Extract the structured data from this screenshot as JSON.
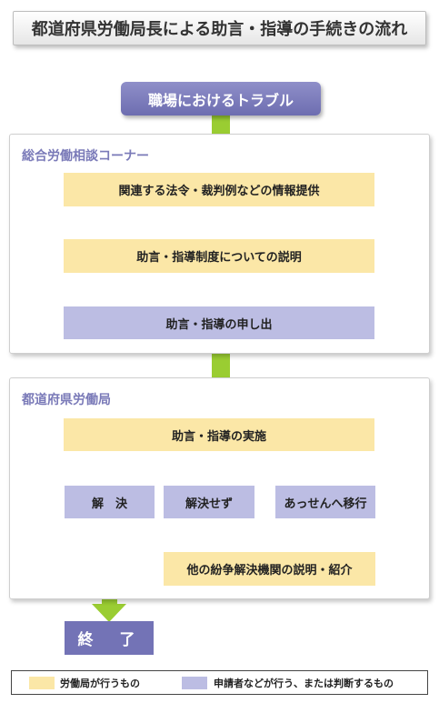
{
  "title": "都道府県労働局長による助言・指導の手続きの流れ",
  "start": "職場におけるトラブル",
  "section1": {
    "title": "総合労働相談コーナー",
    "steps": [
      "関連する法令・裁判例などの情報提供",
      "助言・指導制度についての説明",
      "助言・指導の申し出"
    ]
  },
  "section2": {
    "title": "都道府県労働局",
    "implement": "助言・指導の実施",
    "resolved": "解　決",
    "unresolved": "解決せず",
    "mediation": "あっせんへ移行",
    "other": "他の紛争解決機関の説明・紹介"
  },
  "end": "終　了",
  "legend": {
    "yellow_label": "労働局が行うもの",
    "purple_label": "申請者などが行う、または判断するもの"
  },
  "colors": {
    "yellow": "#fbe7a7",
    "purple": "#bcbde3",
    "arrow_green": "#9acd32",
    "start_purple": "#7a7abd"
  }
}
